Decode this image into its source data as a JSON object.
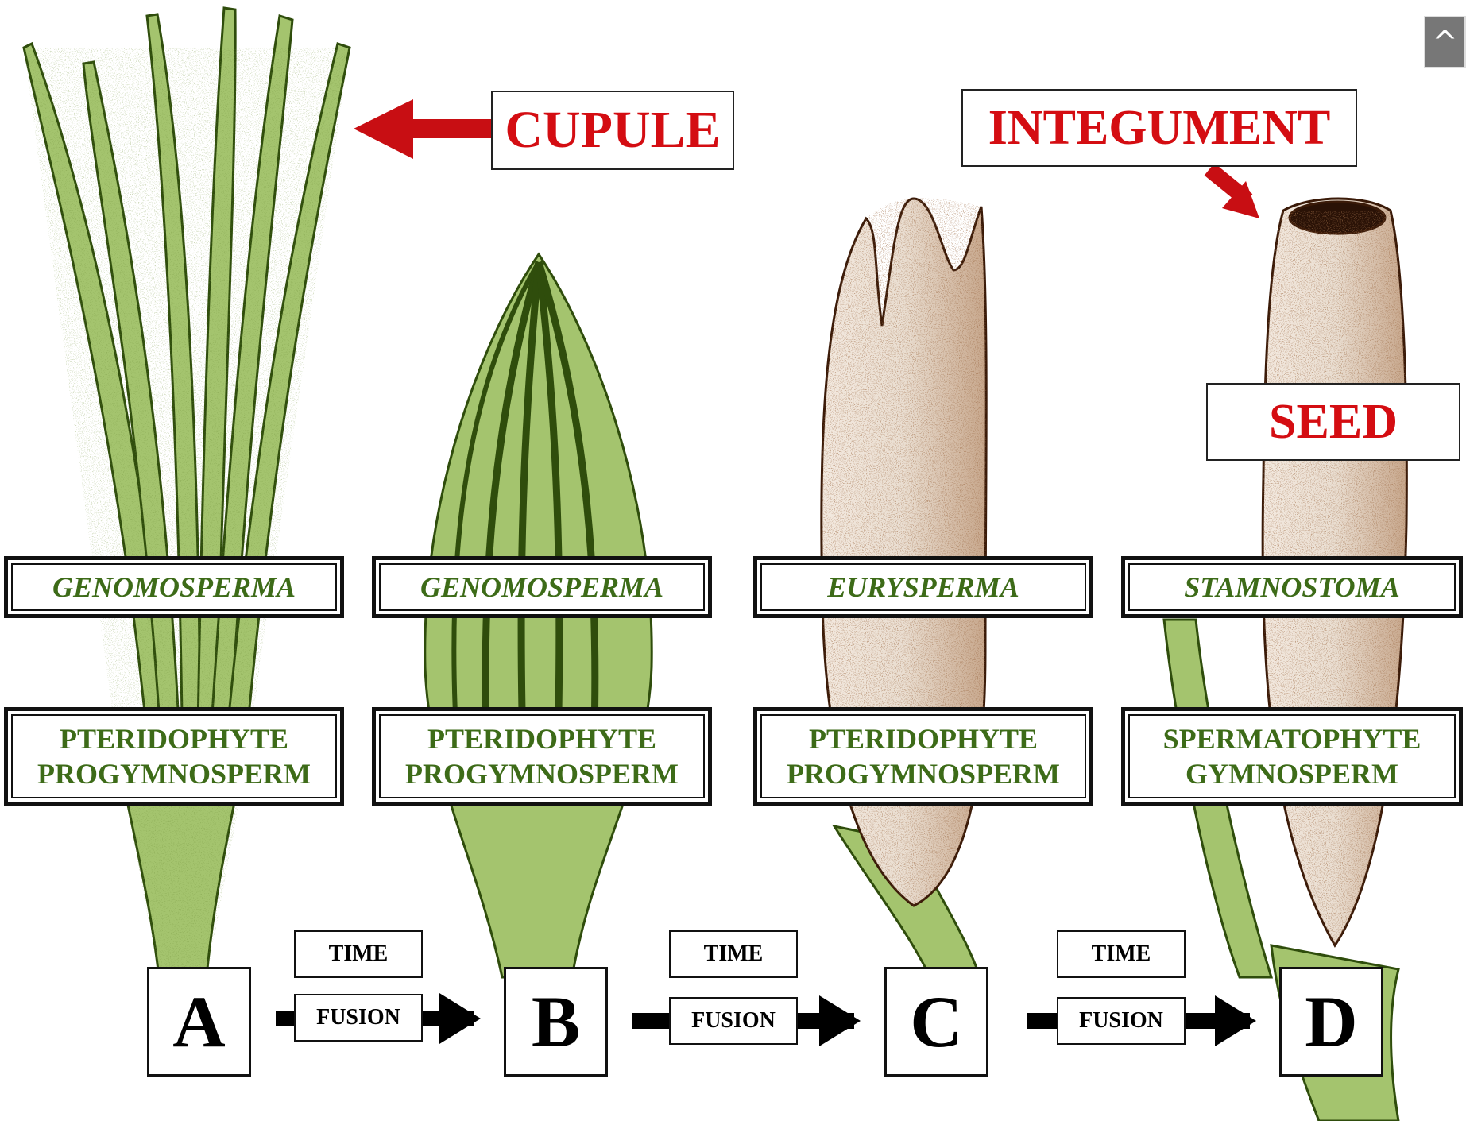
{
  "callouts": {
    "cupule": "CUPULE",
    "integument": "INTEGUMENT",
    "seed": "SEED"
  },
  "stages": [
    {
      "letter": "A",
      "taxon": "GENOMOSPERMA",
      "class_line1": "PTERIDOPHYTE",
      "class_line2": "PROGYMNOSPERM"
    },
    {
      "letter": "B",
      "taxon": "GENOMOSPERMA",
      "class_line1": "PTERIDOPHYTE",
      "class_line2": "PROGYMNOSPERM"
    },
    {
      "letter": "C",
      "taxon": "EURYSPERMA",
      "class_line1": "PTERIDOPHYTE",
      "class_line2": "PROGYMNOSPERM"
    },
    {
      "letter": "D",
      "taxon": "STAMNOSTOMA",
      "class_line1": "SPERMATOPHYTE",
      "class_line2": "GYMNOSPERM"
    }
  ],
  "transitions": [
    {
      "time": "TIME",
      "fusion": "FUSION"
    },
    {
      "time": "TIME",
      "fusion": "FUSION"
    },
    {
      "time": "TIME",
      "fusion": "FUSION"
    }
  ],
  "scroll_top_symbol": "^",
  "colors": {
    "label_red": "#d40d12",
    "label_green": "#3d6b18",
    "plant_green": "#a4c46e",
    "stipple_green": "#2f4d0c",
    "seed_brown": "#e3d2c2",
    "stipple_brown": "#5a2a12"
  },
  "icons": {
    "scroll_top": "scroll-to-top-icon",
    "arrow": "right-arrow-icon"
  }
}
